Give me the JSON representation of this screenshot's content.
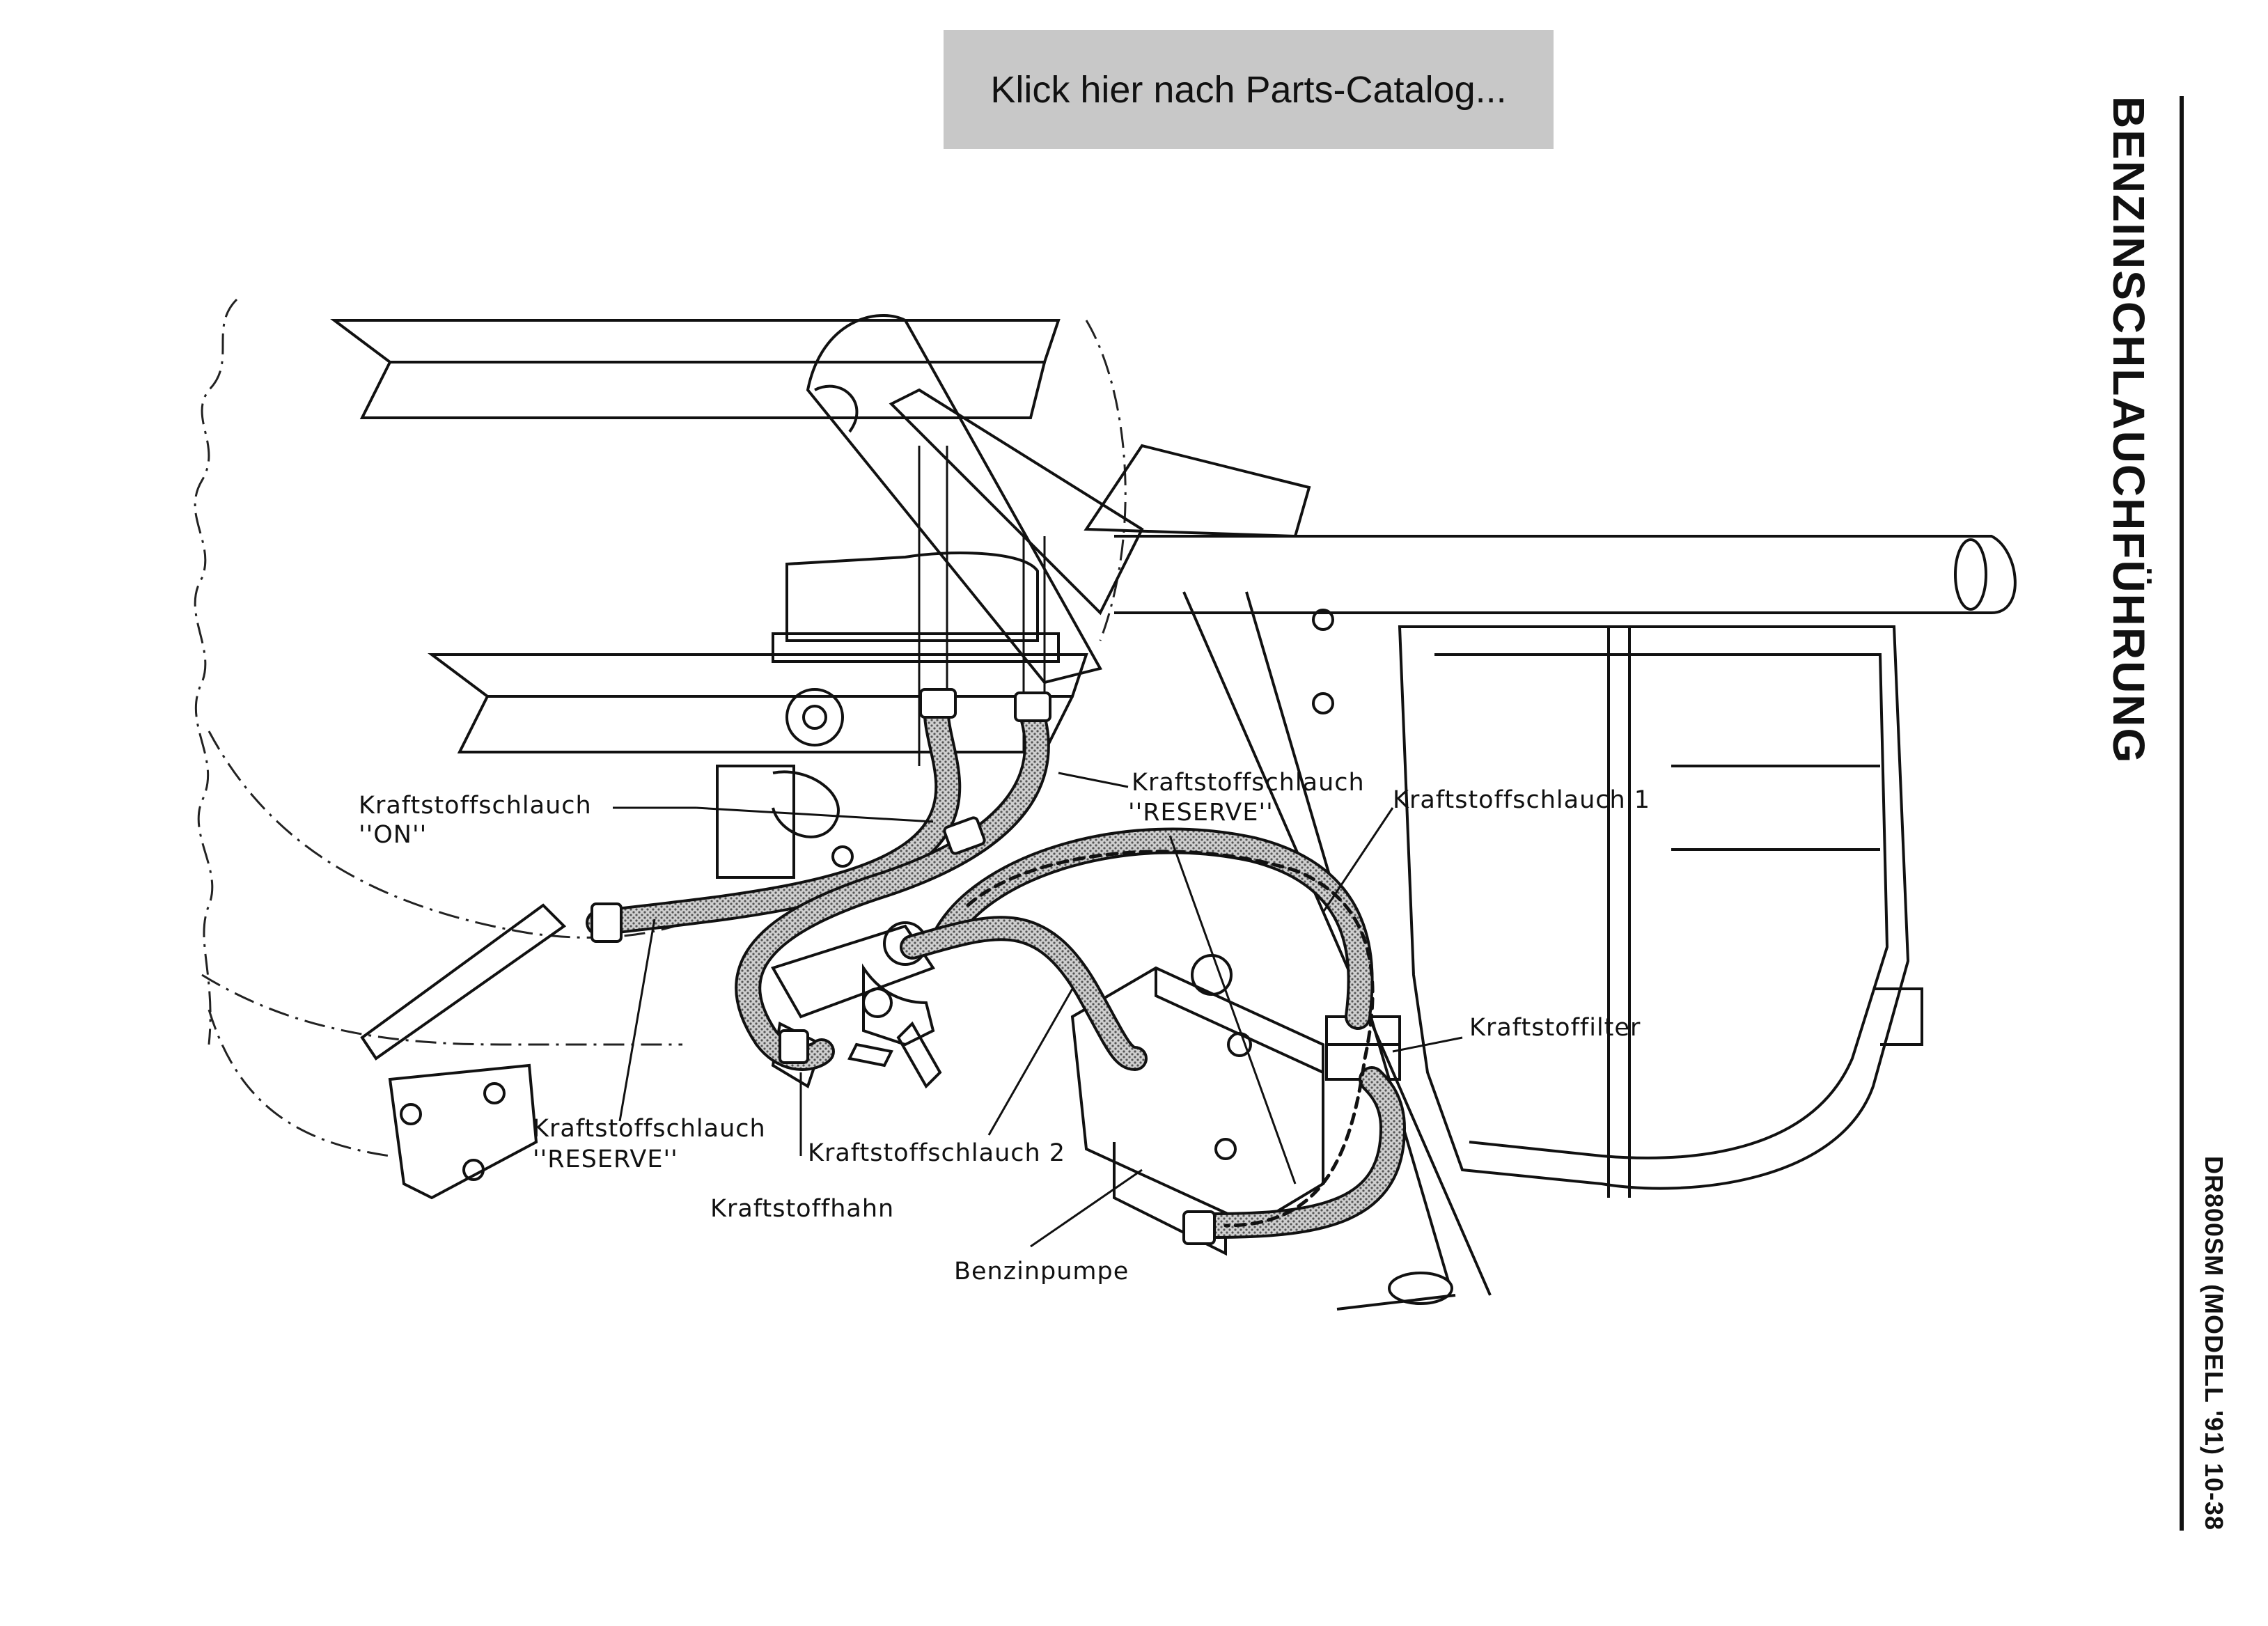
{
  "link": {
    "label": "Klick hier nach Parts-Catalog..."
  },
  "title": "BENZINSCHLAUCHFÜHRUNG",
  "footer": "DR800SM (MODELL '91) 10-38",
  "labels": {
    "hose_on_1": "Kraftstoffschlauch",
    "hose_on_2": "''ON''",
    "hose_res_top_1": "Kraftstoffschlauch",
    "hose_res_top_2": "''RESERVE''",
    "hose_1": "Kraftstoffschlauch 1",
    "filter": "Kraftstoffilter",
    "hose_res_bot_1": "Kraftstoffschlauch",
    "hose_res_bot_2": "''RESERVE''",
    "hose_2": "Kraftstoffschlauch 2",
    "cock": "Kraftstoffhahn",
    "pump": "Benzinpumpe"
  },
  "colors": {
    "hose_fill": "#b9b9b9",
    "ink": "#111111",
    "button_bg": "#c8c8c8"
  }
}
